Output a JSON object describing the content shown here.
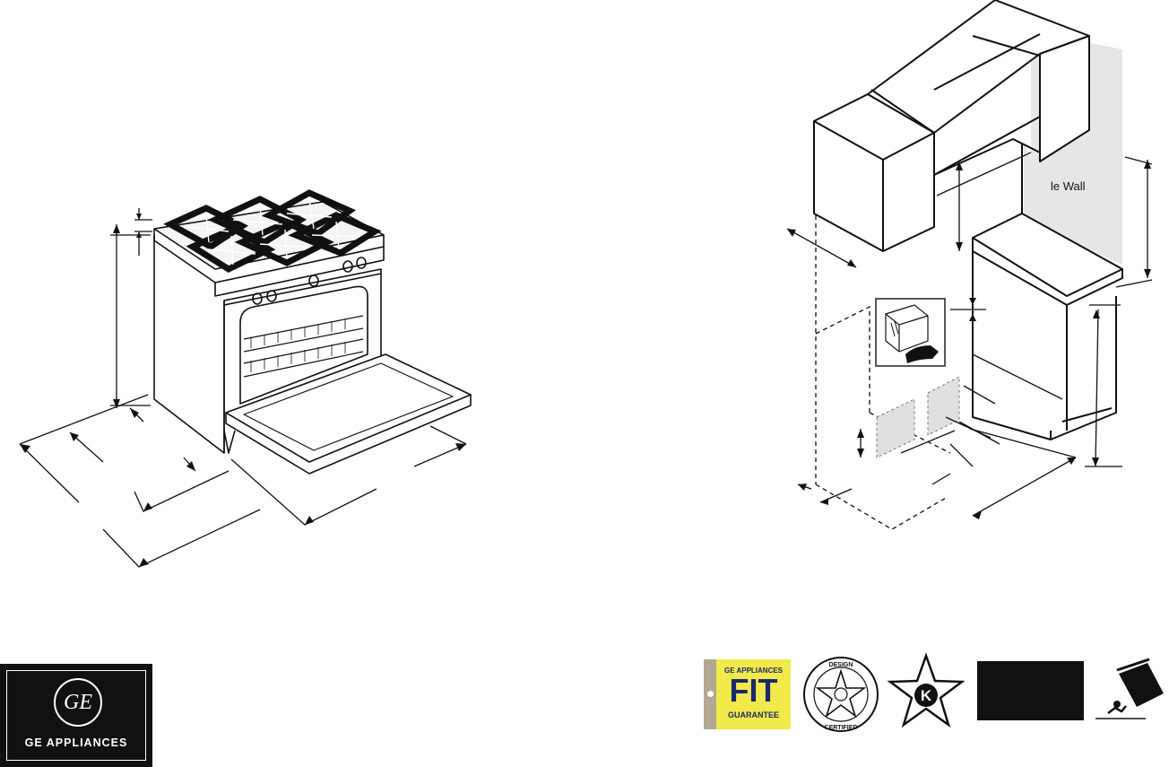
{
  "diagram": {
    "wall_label": "le Wall"
  },
  "logos": {
    "ge_monogram": "GE",
    "ge_name": "GE APPLIANCES",
    "fit_line1": "GE APPLIANCES",
    "fit_line2": "FIT",
    "fit_line3": "GUARANTEE",
    "csa_top": "DESIGN",
    "csa_bottom": "CERTIFIED",
    "kosher_letter": "K"
  },
  "colors": {
    "line": "#111111",
    "wall_shade": "#e6e6e6",
    "fit_yellow": "#f2e94b",
    "fit_navy": "#1a2a6c"
  }
}
